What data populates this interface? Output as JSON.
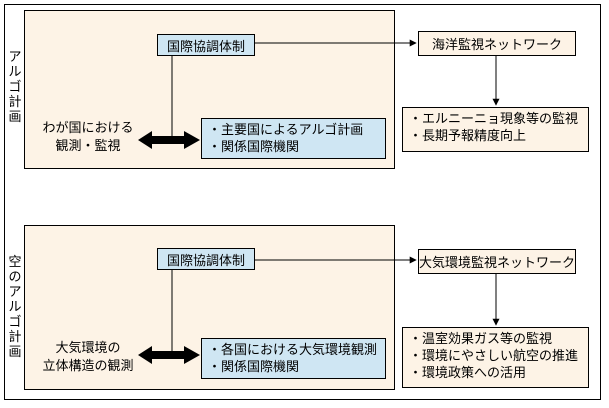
{
  "top": {
    "vertical_label": "アルゴ計画",
    "coordination": "国際協調体制",
    "observation": [
      "わが国における",
      "観測・監視"
    ],
    "members": [
      "・主要国によるアルゴ計画",
      "・関係国際機関"
    ],
    "network": "海洋監視ネットワーク",
    "outcomes": [
      "・エルニーニョ現象等の監視",
      "・長期予報精度向上"
    ]
  },
  "bottom": {
    "vertical_label": "空のアルゴ計画",
    "coordination": "国際協調体制",
    "observation": [
      "大気環境の",
      "立体構造の観測"
    ],
    "members": [
      "・各国における大気環境観測",
      "・関係国際機関"
    ],
    "network": "大気環境監視ネットワーク",
    "outcomes": [
      "・温室効果ガス等の監視",
      "・環境にやさしい航空の推進",
      "・環境政策への活用"
    ]
  },
  "colors": {
    "panel": "#fdf3e6",
    "box_blue": "#cfe6f3",
    "line": "#000000"
  }
}
